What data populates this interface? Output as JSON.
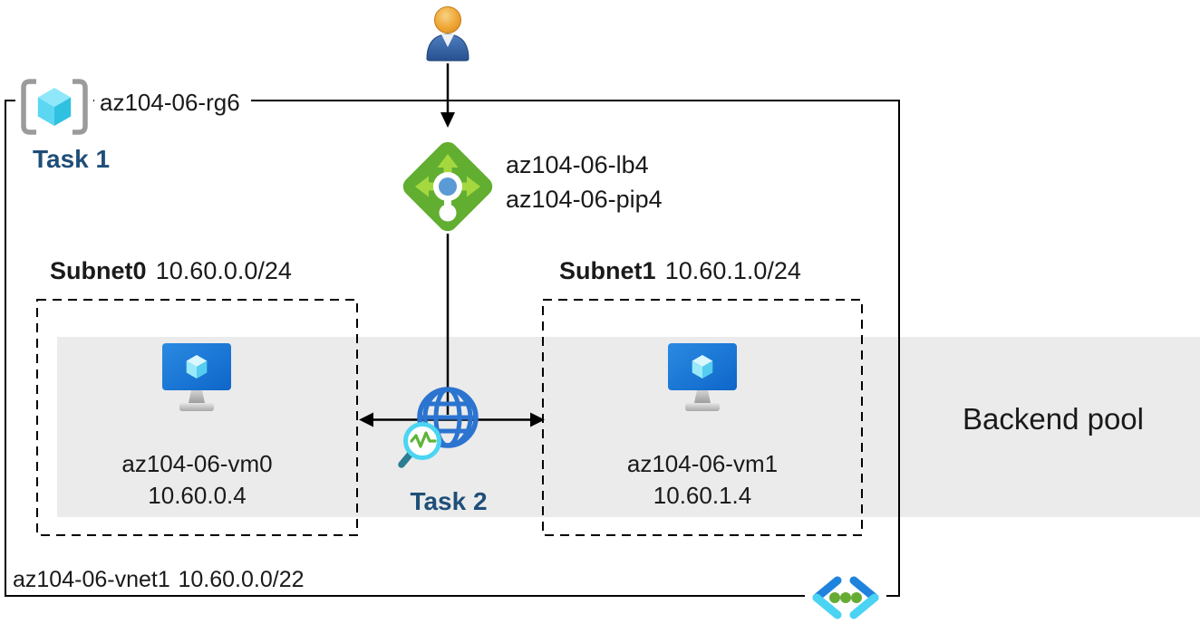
{
  "resource_group": {
    "name": "az104-06-rg6",
    "task_label": "Task 1"
  },
  "load_balancer": {
    "name": "az104-06-lb4",
    "public_ip": "az104-06-pip4"
  },
  "subnets": [
    {
      "name": "Subnet0",
      "cidr": "10.60.0.0/24",
      "vm": {
        "name": "az104-06-vm0",
        "ip": "10.60.0.4"
      }
    },
    {
      "name": "Subnet1",
      "cidr": "10.60.1.0/24",
      "vm": {
        "name": "az104-06-vm1",
        "ip": "10.60.1.4"
      }
    }
  ],
  "task2_label": "Task 2",
  "backend_pool_label": "Backend pool",
  "vnet": {
    "name": "az104-06-vnet1",
    "cidr": "10.60.0.0/22"
  },
  "icons": {
    "user": "user-icon",
    "resource_group": "resource-group-icon",
    "load_balancer": "load-balancer-icon",
    "virtual_machine": "vm-icon",
    "network_test": "globe-magnifier-icon",
    "virtual_network": "vnet-icon"
  },
  "colors": {
    "task_text": "#1f4e79",
    "backend_band": "#ebebeb",
    "lb_green": "#61ae31",
    "lb_arrow_green": "#a5d83e",
    "lb_dot_blue": "#5b9bd5",
    "vm_blue": "#1478d8",
    "cube_cyan": "#50d8f2",
    "globe_blue": "#2b74cf",
    "magnifier_cyan": "#4cd5f2",
    "pulse_green": "#5fb53a",
    "vnet_chevron_blue": "#1f83dd",
    "vnet_chevron_cyan": "#4ad3f2",
    "vnet_dot_green": "#66ab34",
    "line_black": "#000000"
  }
}
